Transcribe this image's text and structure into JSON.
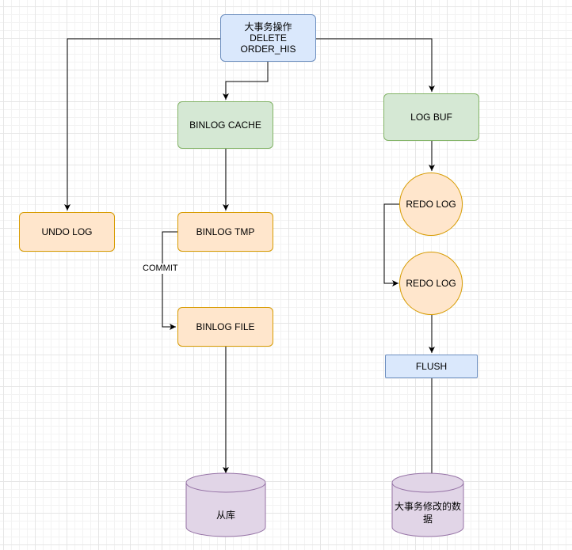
{
  "nodes": {
    "big_tx": {
      "line1": "大事务操作",
      "line2": "DELETE",
      "line3": "ORDER_HIS"
    },
    "binlog_cache": "BINLOG CACHE",
    "log_buf": "LOG BUF",
    "undo_log": "UNDO LOG",
    "binlog_tmp": "BINLOG TMP",
    "binlog_file": "BINLOG FILE",
    "redo_log_1": "REDO LOG",
    "redo_log_2": "REDO LOG",
    "flush": "FLUSH",
    "replica_db": "从库",
    "modified_data": "大事务修改的数据"
  },
  "edge_labels": {
    "commit": "COMMIT"
  },
  "colors": {
    "blue_fill": "#dae8fc",
    "blue_stroke": "#6c8ebf",
    "green_fill": "#d5e8d4",
    "green_stroke": "#82b366",
    "orange_fill": "#ffe6cc",
    "orange_stroke": "#d79b00",
    "purple_fill": "#e1d5e7",
    "purple_stroke": "#9673a6"
  }
}
